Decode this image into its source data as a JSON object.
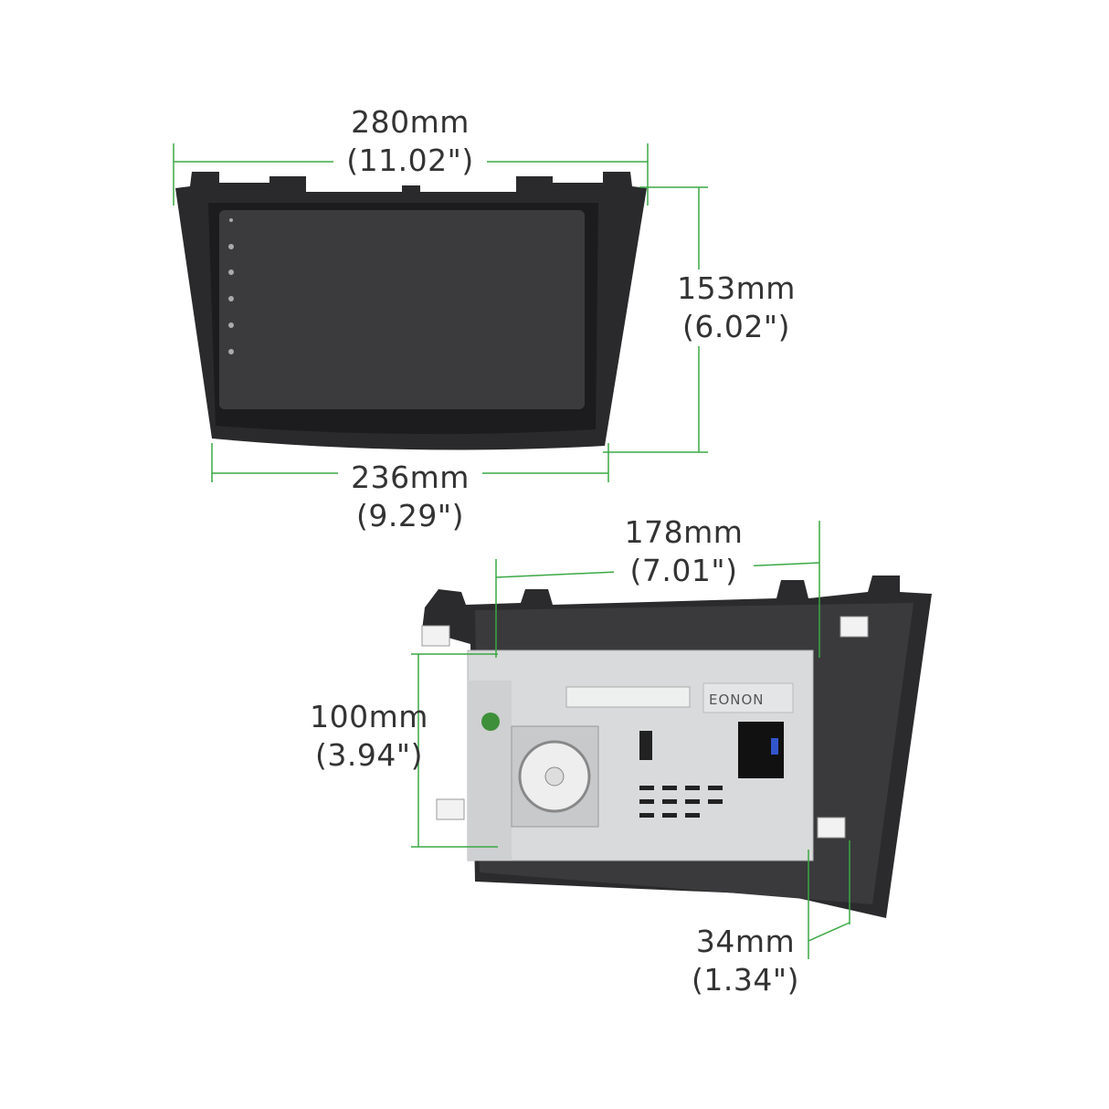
{
  "front_view": {
    "width_top": {
      "mm": "280mm",
      "inch": "(11.02\")"
    },
    "height": {
      "mm": "153mm",
      "inch": "(6.02\")"
    },
    "width_bottom": {
      "mm": "236mm",
      "inch": "(9.29\")"
    }
  },
  "rear_view": {
    "chassis_width": {
      "mm": "178mm",
      "inch": "(7.01\")"
    },
    "chassis_height": {
      "mm": "100mm",
      "inch": "(3.94\")"
    },
    "depth": {
      "mm": "34mm",
      "inch": "(1.34\")"
    },
    "brand_logo": "EONON"
  },
  "colors": {
    "dimension_line": "#3aa845",
    "text": "#333333",
    "bezel": "#2a2a2c",
    "screen": "#3b3b3d",
    "chassis": "#d9dadb"
  }
}
